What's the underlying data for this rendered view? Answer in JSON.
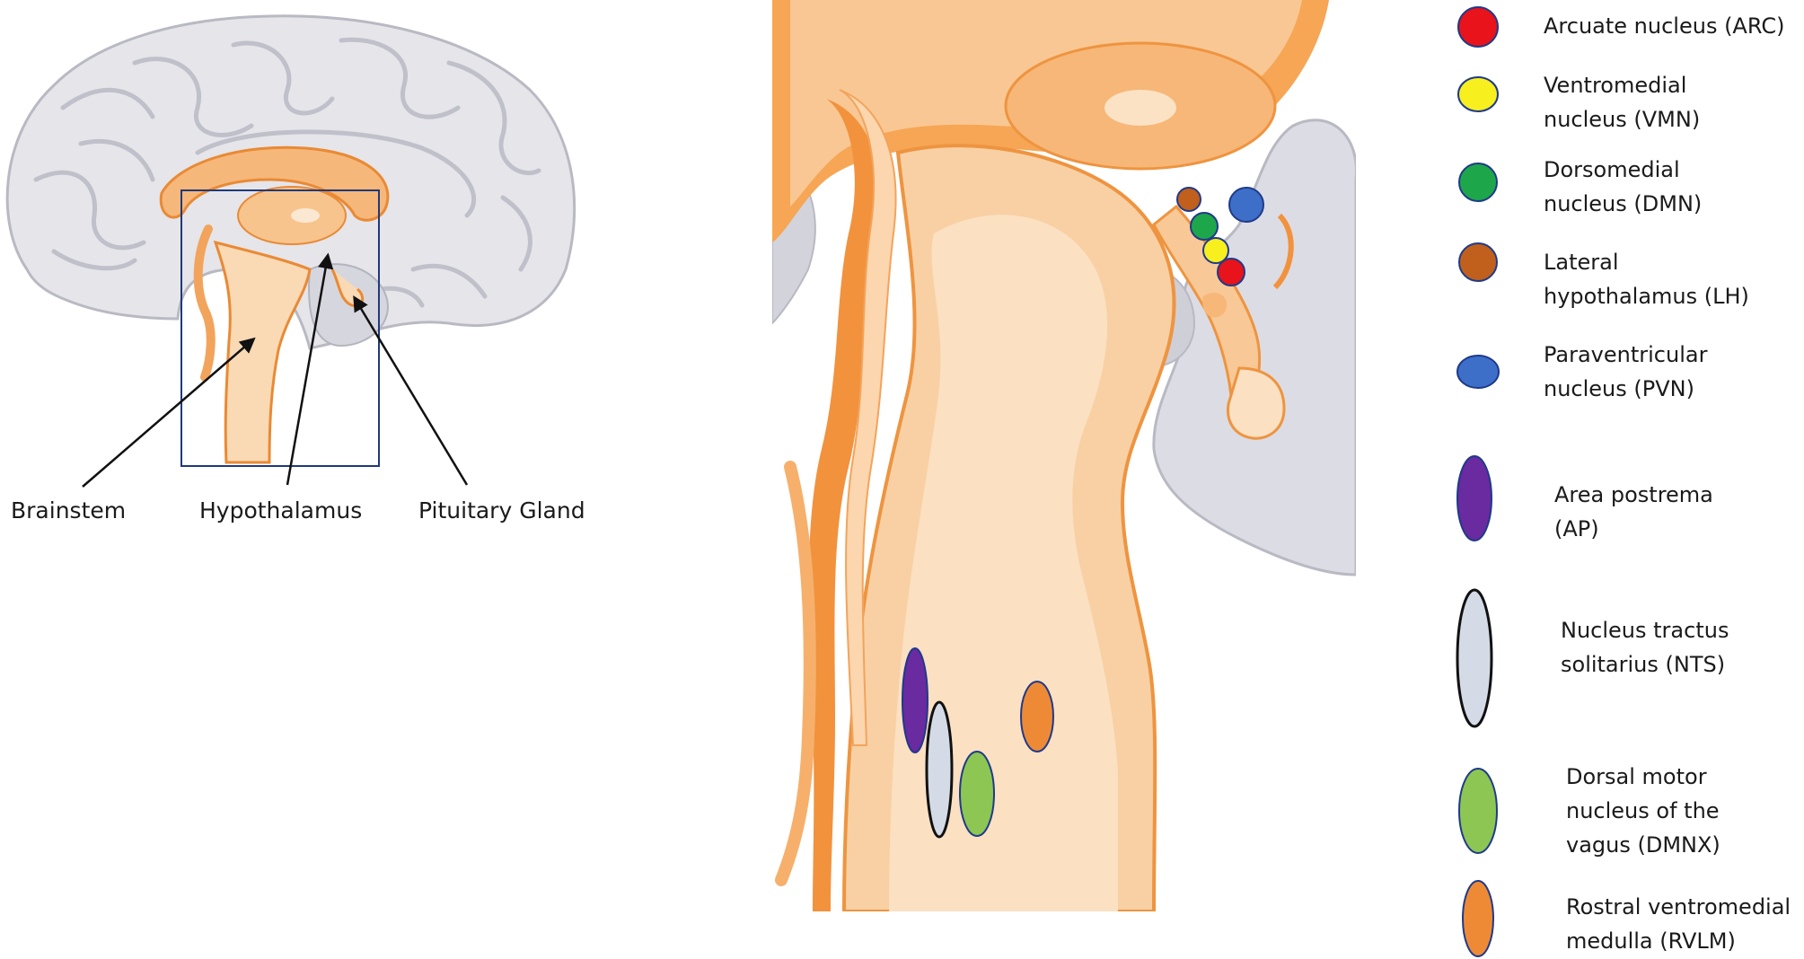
{
  "overview": {
    "labels": {
      "brainstem": "Brainstem",
      "hypothalamus": "Hypothalamus",
      "pituitary": "Pituitary Gland"
    }
  },
  "legend": {
    "items": [
      {
        "text": "Arcuate nucleus (ARC)",
        "color": "#e8131b",
        "shape": "circle"
      },
      {
        "text": "Ventromedial nucleus (VMN)",
        "color": "#f7ef1e",
        "shape": "circle"
      },
      {
        "text": "Dorsomedial nucleus (DMN)",
        "color": "#1ea64a",
        "shape": "circle"
      },
      {
        "text": "Lateral hypothalamus (LH)",
        "color": "#c0601c",
        "shape": "circle"
      },
      {
        "text": "Paraventricular nucleus (PVN)",
        "color": "#3d6fc9",
        "shape": "circle"
      },
      {
        "text": "Area postrema (AP)",
        "color": "#6a2aa0",
        "shape": "ellipse"
      },
      {
        "text": "Nucleus tractus solitarius (NTS)",
        "color": "#d5dbe6",
        "shape": "ellipse"
      },
      {
        "text": "Dorsal motor nucleus of the vagus (DMNX)",
        "color": "#8dc653",
        "shape": "ellipse"
      },
      {
        "text": "Rostral ventromedial medulla (RVLM)",
        "color": "#ee8a36",
        "shape": "ellipse"
      }
    ]
  }
}
